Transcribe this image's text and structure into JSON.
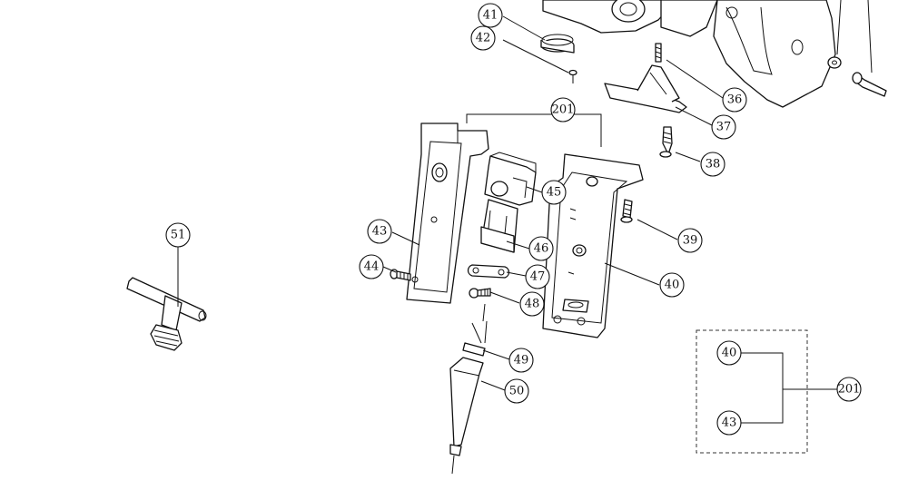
{
  "callouts": {
    "c41": "41",
    "c42": "42",
    "c36": "36",
    "c37": "37",
    "c38": "38",
    "c201": "201",
    "c45": "45",
    "c46": "46",
    "c43": "43",
    "c39": "39",
    "c44": "44",
    "c47": "47",
    "c48": "48",
    "c40": "40",
    "c49": "49",
    "c50": "50",
    "c51": "51"
  },
  "kit": {
    "part_a": "40",
    "part_b": "43",
    "kit_id": "201"
  }
}
